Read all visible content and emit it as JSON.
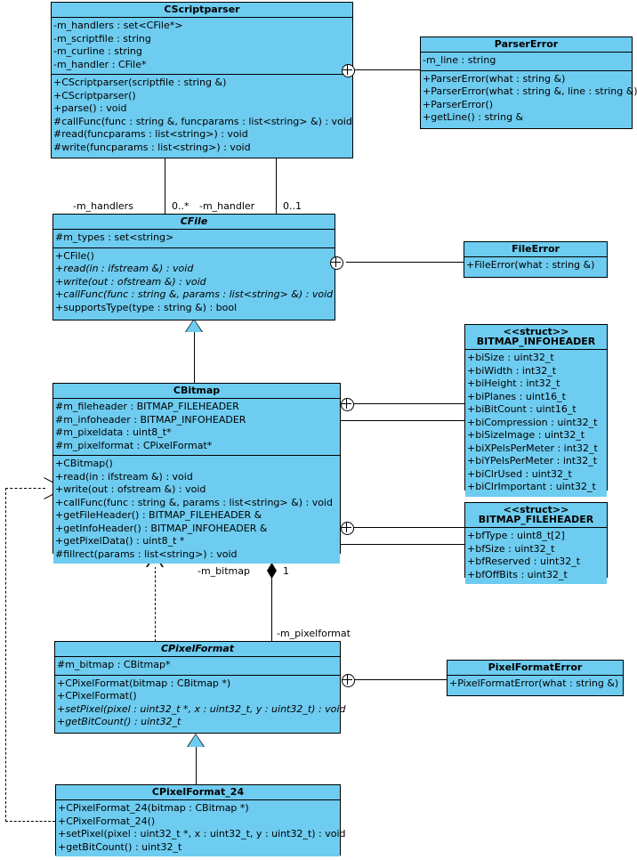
{
  "diagram": {
    "kind": "uml-class-diagram",
    "colors": {
      "class_fill": "#6ECCF0",
      "border": "#000000",
      "background": "#ffffff"
    }
  },
  "classes": {
    "cscriptparser": {
      "name": "CScriptparser",
      "stereotype": "",
      "abstract": false,
      "attributes": [
        "-m_handlers : set<CFile*>",
        "-m_scriptfile : string",
        "-m_curline : string",
        "-m_handler : CFile*"
      ],
      "operations": [
        "+CScriptparser(scriptfile : string &)",
        "+CScriptparser()",
        "+parse() : void",
        "#callFunc(func : string &, funcparams : list<string> &) : void",
        "#read(funcparams : list<string>) : void",
        "#write(funcparams : list<string>) : void"
      ]
    },
    "parsererror": {
      "name": "ParserError",
      "stereotype": "",
      "abstract": false,
      "attributes": [
        "-m_line : string"
      ],
      "operations": [
        "+ParserError(what : string &)",
        "+ParserError(what : string &, line : string &)",
        "+ParserError()",
        "+getLine() : string &"
      ]
    },
    "cfile": {
      "name": "CFile",
      "stereotype": "",
      "abstract": true,
      "attributes": [
        "#m_types : set<string>"
      ],
      "operations": [
        "+CFile()",
        "+read(in : ifstream &) : void",
        "+write(out : ofstream &) : void",
        "+callFunc(func : string &, params : list<string> &) : void",
        "+supportsType(type : string &) : bool"
      ],
      "abstract_operations": [
        1,
        2,
        3
      ]
    },
    "fileerror": {
      "name": "FileError",
      "stereotype": "",
      "abstract": false,
      "attributes": [],
      "operations": [
        "+FileError(what : string &)"
      ]
    },
    "cbitmap": {
      "name": "CBitmap",
      "stereotype": "",
      "abstract": false,
      "attributes": [
        "#m_fileheader : BITMAP_FILEHEADER",
        "#m_infoheader : BITMAP_INFOHEADER",
        "#m_pixeldata : uint8_t*",
        "#m_pixelformat : CPixelFormat*"
      ],
      "operations": [
        "+CBitmap()",
        "+read(in : ifstream &) : void",
        "+write(out : ofstream &) : void",
        "+callFunc(func : string &, params : list<string> &) : void",
        "+getFileHeader() : BITMAP_FILEHEADER &",
        "+getInfoHeader() : BITMAP_INFOHEADER &",
        "+getPixelData() : uint8_t *",
        "#fillrect(params : list<string>) : void"
      ]
    },
    "bitmap_infoheader": {
      "name": "BITMAP_INFOHEADER",
      "stereotype": "<<struct>>",
      "abstract": false,
      "attributes": [
        "+biSize : uint32_t",
        "+biWidth : int32_t",
        "+biHeight : int32_t",
        "+biPlanes : uint16_t",
        "+biBitCount : uint16_t",
        "+biCompression : uint32_t",
        "+biSizeImage : uint32_t",
        "+biXPelsPerMeter : int32_t",
        "+biYPelsPerMeter : int32_t",
        "+biClrUsed : uint32_t",
        "+biClrImportant : uint32_t"
      ],
      "operations": []
    },
    "bitmap_fileheader": {
      "name": "BITMAP_FILEHEADER",
      "stereotype": "<<struct>>",
      "abstract": false,
      "attributes": [
        "+bfType : uint8_t[2]",
        "+bfSize : uint32_t",
        "+bfReserved : uint32_t",
        "+bfOffBits : uint32_t"
      ],
      "operations": []
    },
    "cpixelformat": {
      "name": "CPixelFormat",
      "stereotype": "",
      "abstract": true,
      "attributes": [
        "#m_bitmap : CBitmap*"
      ],
      "operations": [
        "+CPixelFormat(bitmap : CBitmap *)",
        "+CPixelFormat()",
        "+setPixel(pixel : uint32_t *, x : uint32_t, y : uint32_t) : void",
        "+getBitCount() : uint32_t"
      ],
      "abstract_operations": [
        2,
        3
      ]
    },
    "pixelformaterror": {
      "name": "PixelFormatError",
      "stereotype": "",
      "abstract": false,
      "attributes": [],
      "operations": [
        "+PixelFormatError(what : string &)"
      ]
    },
    "cpixelformat_24": {
      "name": "CPixelFormat_24",
      "stereotype": "",
      "abstract": false,
      "attributes": [],
      "operations": [
        "+CPixelFormat_24(bitmap : CBitmap *)",
        "+CPixelFormat_24()",
        "+setPixel(pixel : uint32_t *, x : uint32_t, y : uint32_t) : void",
        "+getBitCount() : uint32_t"
      ]
    }
  },
  "edge_labels": {
    "m_handlers_role": "-m_handlers",
    "m_handlers_mult": "0..*",
    "m_handler_role": "-m_handler",
    "m_handler_mult": "0..1",
    "m_bitmap_role": "-m_bitmap",
    "m_bitmap_mult": "1",
    "m_pixelformat_role": "-m_pixelformat"
  }
}
